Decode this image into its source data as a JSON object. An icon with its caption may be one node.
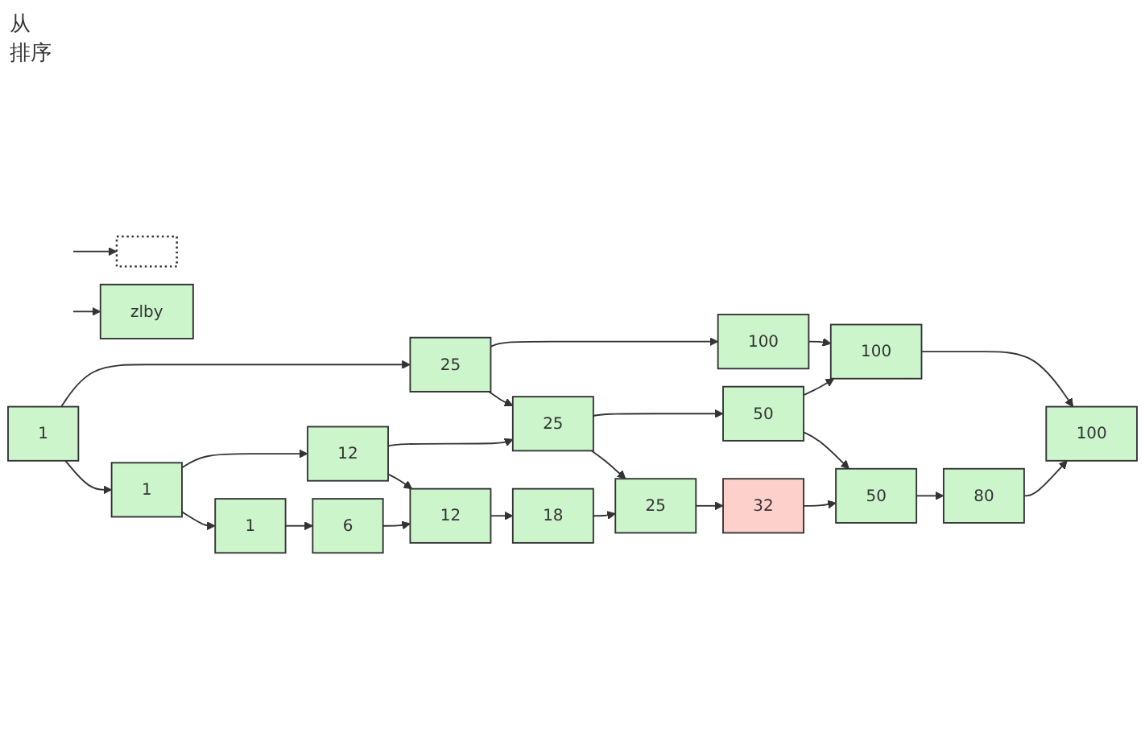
{
  "diagram": {
    "nodes": [
      {
        "text": [],
        "shape": "box"
      },
      {
        "text": [
          "zlby"
        ]
      },
      {
        "text": [
          "1"
        ]
      },
      {
        "text": [
          "25"
        ]
      },
      {
        "text": [
          "100"
        ]
      },
      {
        "text": [
          "1"
        ]
      },
      {
        "text": [
          "12"
        ]
      },
      {
        "text": [
          "25"
        ]
      },
      {
        "text": [
          "50"
        ]
      },
      {
        "text": [
          "100"
        ]
      },
      {
        "text": [
          "1"
        ]
      },
      {
        "text": [
          "6"
        ]
      },
      {
        "text": [
          "12"
        ]
      },
      {
        "text": [
          "18"
        ]
      },
      {
        "text": [
          "25"
        ]
      },
      {
        "text": [
          "32"
        ]
      },
      {
        "text": [
          "50"
        ]
      },
      {
        "text": [
          "80"
        ]
      },
      {
        "text": [
          "100"
        ]
      }
    ],
    "edges": [
      {
        "from": null,
        "to": 1,
        "arrow": "to"
      },
      {
        "from": null,
        "to": 0,
        "arrow": "to"
      },
      {
        "from": 2,
        "to": 3,
        "arrow": "to"
      },
      {
        "from": 3,
        "to": 4,
        "arrow": "to"
      },
      {
        "from": 2,
        "to": 5,
        "arrow": "to"
      },
      {
        "from": 3,
        "to": 7,
        "arrow": "to"
      },
      {
        "from": 4,
        "to": 9,
        "arrow": "to"
      },
      {
        "from": 5,
        "to": 6,
        "arrow": "to"
      },
      {
        "from": 6,
        "to": 7,
        "arrow": "to"
      },
      {
        "from": 7,
        "to": 8,
        "arrow": "to"
      },
      {
        "from": 8,
        "to": 9,
        "arrow": "to"
      },
      {
        "from": 5,
        "to": 10,
        "arrow": "to"
      },
      {
        "from": 6,
        "to": 12,
        "arrow": "to"
      },
      {
        "from": 7,
        "to": 14,
        "arrow": "to"
      },
      {
        "from": 8,
        "to": 16,
        "arrow": "to"
      },
      {
        "from": 9,
        "to": 18,
        "arrow": "to"
      },
      {
        "from": 10,
        "to": 11,
        "arrow": "to"
      },
      {
        "from": 11,
        "to": 12,
        "arrow": "to"
      },
      {
        "from": 12,
        "to": 13,
        "arrow": "to"
      },
      {
        "from": 13,
        "to": 14,
        "arrow": "to"
      },
      {
        "from": 14,
        "to": 15,
        "arrow": "to"
      },
      {
        "from": 15,
        "to": 16,
        "arrow": "to"
      },
      {
        "from": 16,
        "to": 17,
        "arrow": "to"
      },
      {
        "from": 17,
        "to": 18,
        "arrow": "to"
      }
    ],
    "labels": [
      "从",
      "排序"
    ]
  }
}
